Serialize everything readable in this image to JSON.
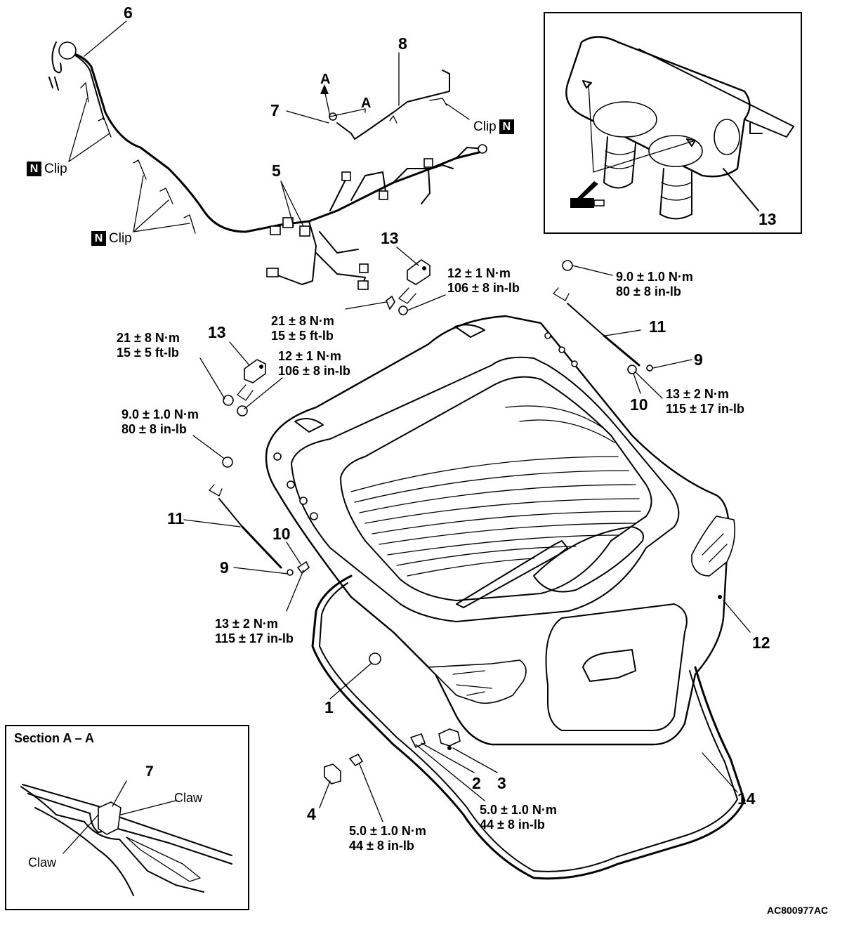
{
  "callouts": {
    "c1": "1",
    "c2": "2",
    "c3": "3",
    "c4": "4",
    "c5": "5",
    "c6": "6",
    "c7": "7",
    "c7b": "7",
    "c8": "8",
    "c9a": "9",
    "c9b": "9",
    "c10a": "10",
    "c10b": "10",
    "c11a": "11",
    "c11b": "11",
    "c12": "12",
    "c13a": "13",
    "c13b": "13",
    "c13c": "13",
    "c14": "14"
  },
  "section_arrows": {
    "a1": "A",
    "a2": "A"
  },
  "clips": {
    "label": "Clip",
    "badge": "N"
  },
  "torques": {
    "t12_in": {
      "l1": "12 ± 1 N·m",
      "l2": "106 ± 8 in-lb"
    },
    "t21_ft": {
      "l1": "21 ± 8 N·m",
      "l2": "15 ± 5 ft-lb"
    },
    "t9_in": {
      "l1": "9.0 ± 1.0 N·m",
      "l2": "80 ± 8 in-lb"
    },
    "t13_in": {
      "l1": "13 ± 2 N·m",
      "l2": "115 ± 17 in-lb"
    },
    "t5_in": {
      "l1": "5.0 ± 1.0 N·m",
      "l2": "44 ± 8 in-lb"
    }
  },
  "section": {
    "title": "Section A – A",
    "claw": "Claw"
  },
  "figure_code": "AC800977AC"
}
